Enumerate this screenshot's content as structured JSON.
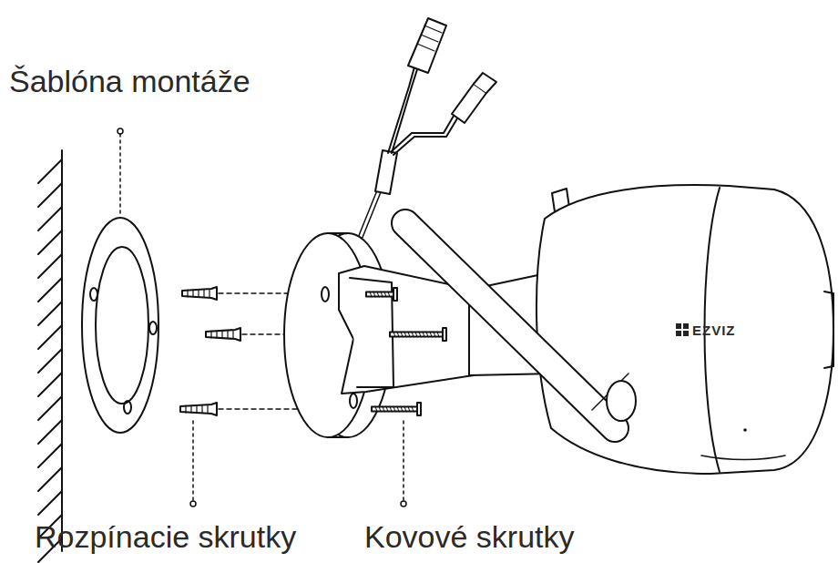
{
  "diagram": {
    "labels": [
      "Šablóna montáže",
      "Rozpínacie skrutky",
      "Kovové skrutky",
      "EZVIZ"
    ]
  }
}
